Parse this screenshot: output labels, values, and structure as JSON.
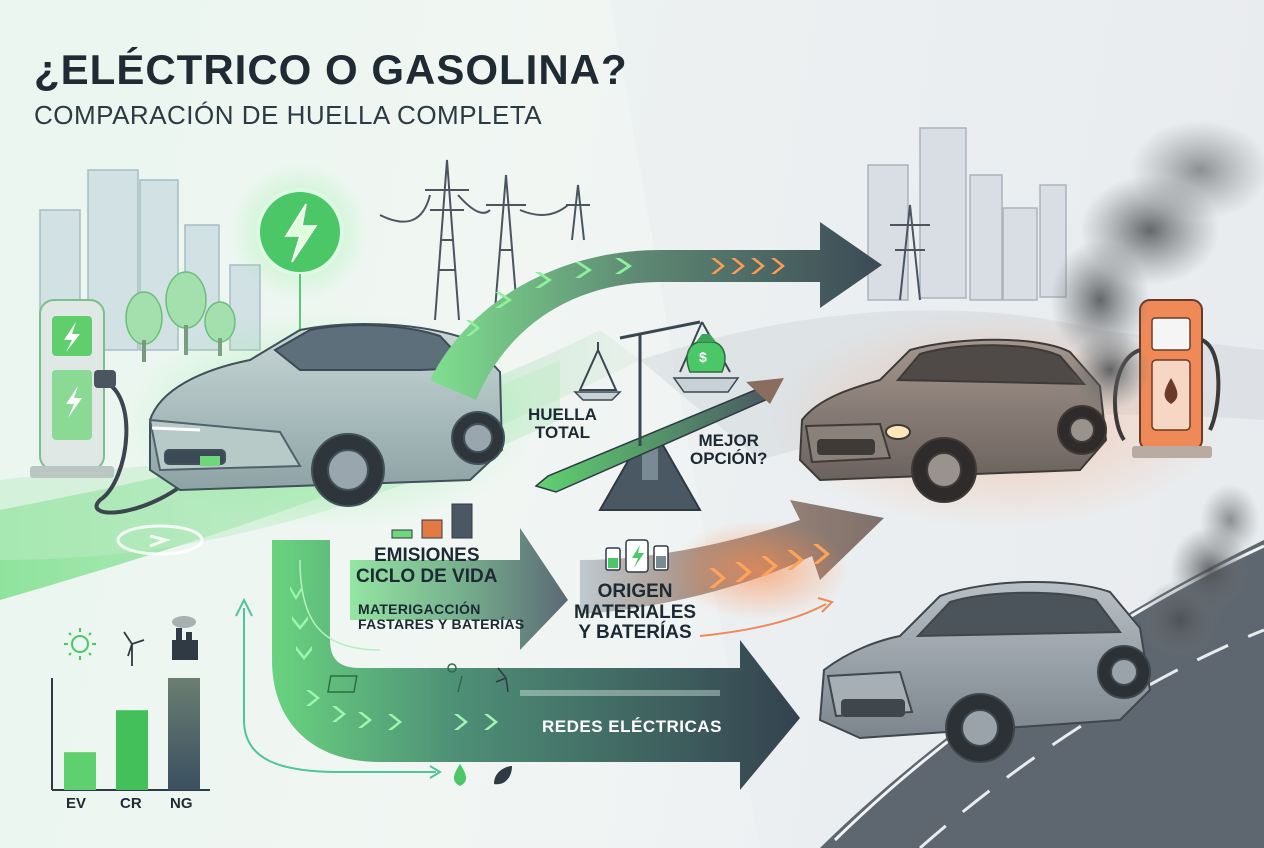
{
  "header": {
    "title": "¿ELÉCTRICO O GASOLINA?",
    "subtitle": "COMPARACIÓN DE HUELLA COMPLETA"
  },
  "balance": {
    "left_label_line1": "HUELLA",
    "left_label_line2": "TOTAL",
    "right_label_line1": "MEJOR",
    "right_label_line2": "OPCIÓN?",
    "money_symbol": "$"
  },
  "flows": {
    "emissions_line1": "EMISIONES",
    "emissions_line2": "CICLO DE VIDA",
    "materials_left_line1": "MATERIGACCIÓN",
    "materials_left_line2": "FASTARES Y BATERÍAS",
    "origin_line1": "ORIGEN",
    "origin_line2": "MATERIALES",
    "origin_line3": "Y BATERÍAS",
    "grid": "REDES ELÉCTRICAS"
  },
  "bar_chart": {
    "labels": [
      "EV",
      "CR",
      "NG"
    ],
    "values": [
      0.27,
      0.57,
      0.8
    ],
    "colors": [
      "#5fd070",
      "#43c05a",
      "#3a5060"
    ],
    "icons": [
      "sun-icon",
      "wind-turbine-icon",
      "factory-icon"
    ]
  },
  "colors": {
    "ev_green": "#4fd36a",
    "gas_orange": "#ee7a45",
    "arrow_dark": "#3c4a56",
    "road": "#5e6770"
  }
}
